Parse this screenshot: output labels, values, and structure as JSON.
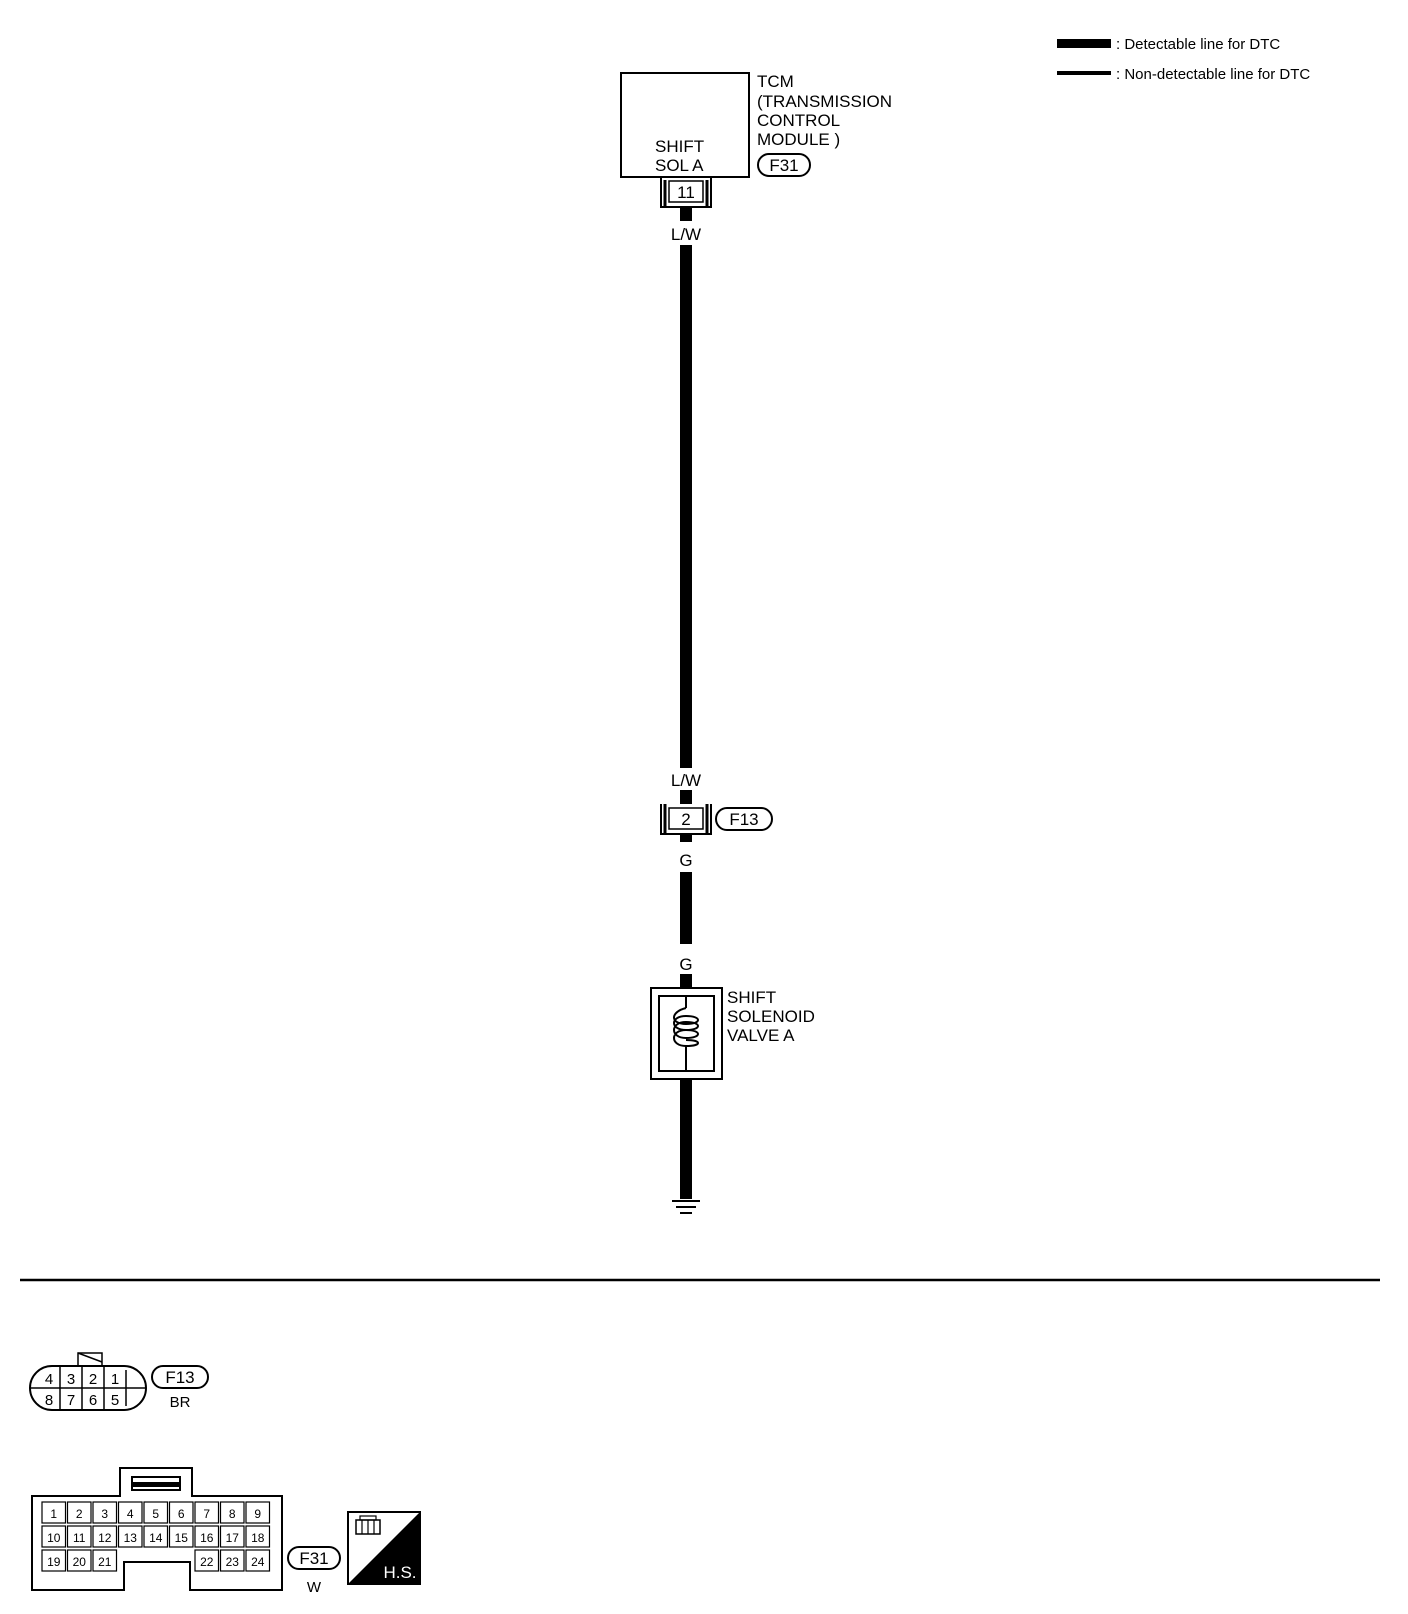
{
  "legend": {
    "detectable": ": Detectable line for DTC",
    "non_detectable": ": Non-detectable line for DTC"
  },
  "tcm": {
    "name": "TCM",
    "desc_line1": "(TRANSMISSION",
    "desc_line2": "CONTROL",
    "desc_line3": "MODULE )",
    "connector": "F31",
    "terminal_label_line1": "SHIFT",
    "terminal_label_line2": "SOL A",
    "terminal": "11"
  },
  "wires": {
    "upper_top": "L/W",
    "upper_bottom": "L/W",
    "lower_top": "G",
    "lower_bottom": "G"
  },
  "joint_connector": {
    "id": "F13",
    "terminal": "2"
  },
  "solenoid": {
    "line1": "SHIFT",
    "line2": "SOLENOID",
    "line3": "VALVE A"
  },
  "connectors": {
    "f13": {
      "id": "F13",
      "color": "BR",
      "row1": [
        "4",
        "3",
        "2",
        "1"
      ],
      "row2": [
        "8",
        "7",
        "6",
        "5"
      ]
    },
    "f31": {
      "id": "F31",
      "color": "W",
      "row1": [
        "1",
        "2",
        "3",
        "4",
        "5",
        "6",
        "7",
        "8",
        "9"
      ],
      "row2": [
        "10",
        "11",
        "12",
        "13",
        "14",
        "15",
        "16",
        "17",
        "18"
      ],
      "row3_left": [
        "19",
        "20",
        "21"
      ],
      "row3_right": [
        "22",
        "23",
        "24"
      ]
    },
    "hs_badge": "H.S."
  }
}
